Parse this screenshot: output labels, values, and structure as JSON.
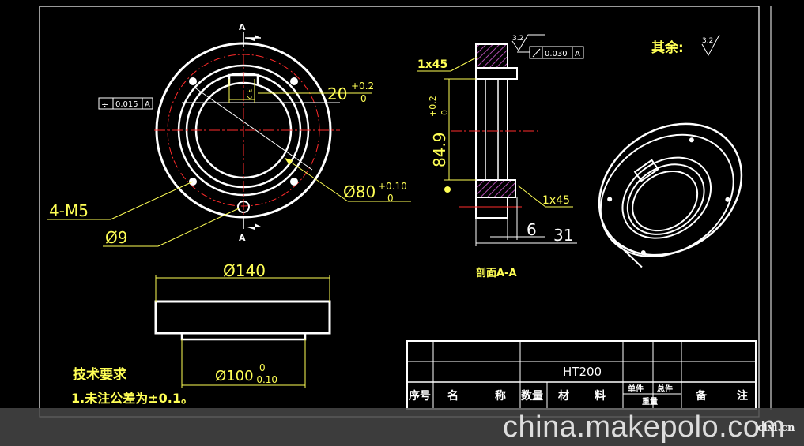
{
  "colors": {
    "background": "#000000",
    "outline": "#ffffff",
    "dimension": "#ffff55",
    "center": "#ff2b2b",
    "hatch": "#b04cb0",
    "watermark": "#dddddd"
  },
  "front_view": {
    "section_mark_top": "A",
    "section_mark_bottom": "A",
    "keyway_dim": "3.2",
    "angle_dim": "20",
    "angle_tol_upper": "+0.2",
    "angle_tol_lower": "0",
    "tol_symbol": "÷",
    "tol_value": "0.015",
    "tol_datum": "A",
    "dia_dim": "Ø80",
    "dia_tol_upper": "+0.10",
    "dia_tol_lower": "0",
    "thread_label": "4-M5",
    "hole_label": "Ø9"
  },
  "section_view": {
    "chamfer_top": "1x45",
    "chamfer_bottom": "1x45",
    "roughness": "3.2",
    "runout_value": "0.030",
    "runout_datum": "A",
    "height_dim": "84.9",
    "height_tol_upper": "+0.2",
    "height_tol_lower": "0",
    "width_dim_small": "6",
    "width_dim_large": "31",
    "caption": "剖面A-A"
  },
  "remaining": {
    "label": "其余:",
    "roughness": "3.2"
  },
  "side_view": {
    "outer_dim": "Ø140",
    "inner_dim": "Ø100",
    "inner_tol_upper": "0",
    "inner_tol_lower": "-0.10"
  },
  "tech_req": {
    "title": "技术要求",
    "item": "1.未注公差为±0.1。"
  },
  "title_block": {
    "material": "HT200",
    "headers": [
      "序号",
      "名",
      "称",
      "数量",
      "材",
      "料",
      "单件",
      "总件",
      "重量",
      "备",
      "注"
    ]
  },
  "watermark": {
    "text": "china.makepolo.com",
    "small": "cixi.cn"
  }
}
